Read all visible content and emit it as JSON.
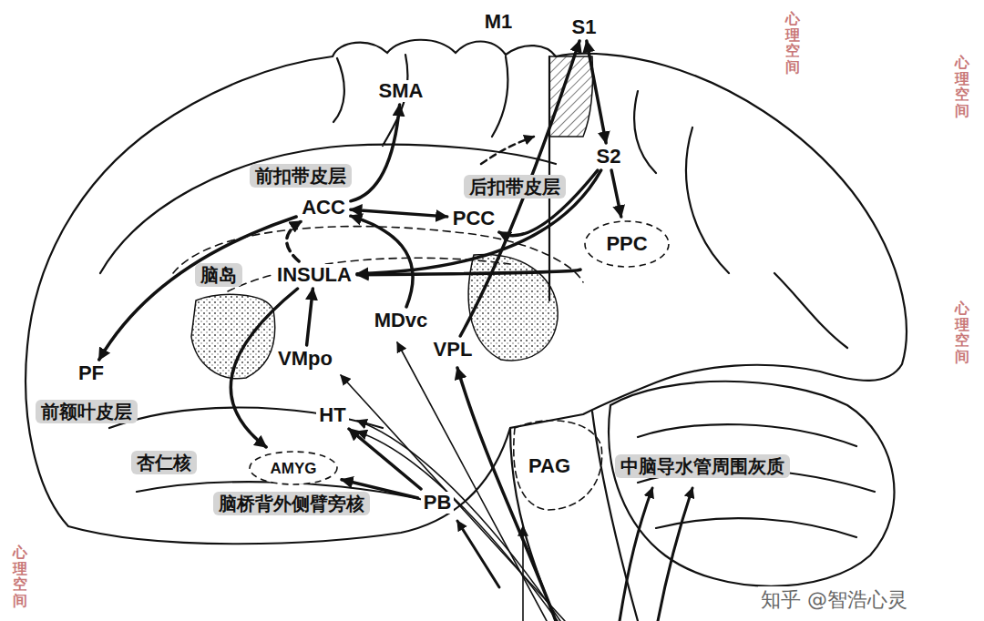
{
  "diagram": {
    "nodes": [
      {
        "text": [
          "M1"
        ]
      },
      {
        "text": [
          "S1"
        ]
      },
      {
        "text": [
          "SMA"
        ]
      },
      {
        "text": [
          "前扣带皮层",
          "ACC"
        ]
      },
      {
        "text": [
          "后扣带皮层",
          "PCC"
        ]
      },
      {
        "text": [
          "S2"
        ]
      },
      {
        "text": [
          "PPC"
        ]
      },
      {
        "text": [
          "脑岛",
          "INSULA"
        ]
      },
      {
        "text": [
          "MDvc"
        ]
      },
      {
        "text": [
          "PF",
          "前额叶皮层"
        ]
      },
      {
        "text": [
          "VMpo"
        ]
      },
      {
        "text": [
          "VPL"
        ]
      },
      {
        "text": [
          "HT"
        ]
      },
      {
        "text": [
          "杏仁核",
          "AMYG"
        ]
      },
      {
        "text": [
          "PAG",
          "中脑导水管周围灰质"
        ]
      },
      {
        "text": [
          "脑桥背外侧臂旁核",
          "PB"
        ]
      }
    ],
    "edges": [
      {
        "from": 3,
        "to": 2,
        "arrow": "to"
      },
      {
        "from": 3,
        "to": 4,
        "arrow": "both"
      },
      {
        "from": 11,
        "to": 1,
        "arrow": "to"
      },
      {
        "from": 1,
        "to": 5,
        "arrow": "both"
      },
      {
        "from": 5,
        "to": 6,
        "arrow": "to"
      },
      {
        "from": 5,
        "to": 7,
        "arrow": "to"
      },
      {
        "from": 6,
        "to": 7,
        "arrow": "to"
      },
      {
        "from": 5,
        "to": 4,
        "arrow": "to"
      },
      {
        "from": 7,
        "to": 3,
        "arrow": "to"
      },
      {
        "from": 8,
        "to": 3,
        "arrow": "to"
      },
      {
        "from": 10,
        "to": 7,
        "arrow": "to"
      },
      {
        "from": 3,
        "to": 9,
        "arrow": "to"
      },
      {
        "from": 7,
        "to": 13,
        "arrow": "to"
      },
      {
        "from": 15,
        "to": 13,
        "arrow": "to"
      },
      {
        "from": 15,
        "to": 12,
        "arrow": "to"
      }
    ],
    "labels": [
      "心理空间",
      "心理空间",
      "心理空间",
      "心理空间",
      "知乎 @智浩心灵"
    ]
  }
}
